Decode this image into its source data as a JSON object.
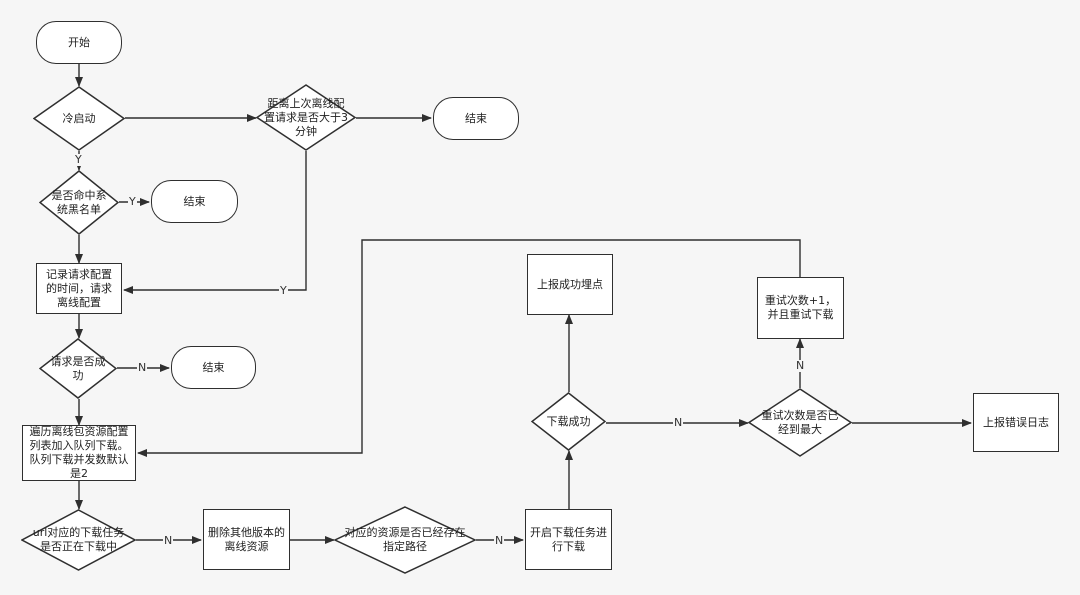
{
  "nodes": {
    "start": "开始",
    "cold_start": "冷启动",
    "interval_check": "距离上次离线配置请求是否大于3分钟",
    "end1": "结束",
    "blacklist_check": "是否命中系统黑名单",
    "end2": "结束",
    "record_request": "记录请求配置的时间，请求离线配置",
    "request_success": "请求是否成功",
    "end3": "结束",
    "traverse_queue": "遍历离线包资源配置列表加入队列下载。队列下载并发数默认是2",
    "url_downloading": "url对应的下载任务是否正在下载中",
    "delete_old": "删除其他版本的离线资源",
    "resource_exists": "对应的资源是否已经存在指定路径",
    "start_download": "开启下载任务进行下载",
    "download_success": "下载成功",
    "report_success": "上报成功埋点",
    "retry_max": "重试次数是否已经到最大",
    "retry_plus": "重试次数+1，并且重试下载",
    "report_error": "上报错误日志"
  },
  "edge_labels": {
    "cold_yes": "Y",
    "blacklist_yes": "Y",
    "interval_yes": "Y",
    "request_no": "N",
    "downloading_no": "N",
    "exists_no": "N",
    "download_no": "N",
    "retry_no": "N"
  },
  "colors": {
    "line": "#2f2f2f",
    "background": "#f6f6f6",
    "node_fill": "#ffffff"
  }
}
